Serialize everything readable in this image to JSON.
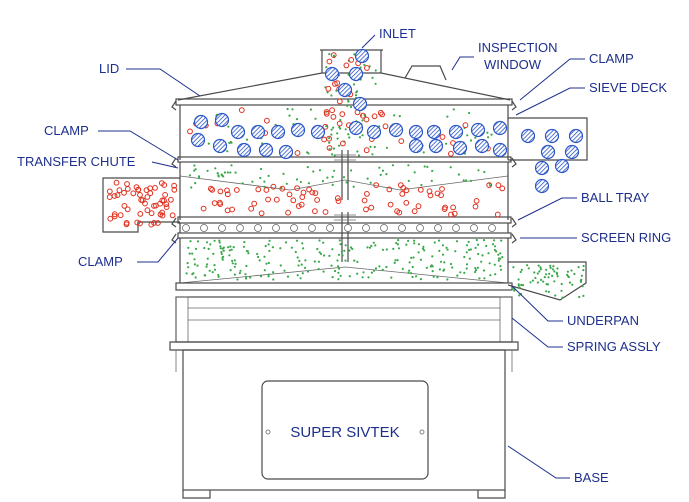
{
  "labels": {
    "inlet": "INLET",
    "inspection_window_1": "INSPECTION",
    "inspection_window_2": "WINDOW",
    "lid": "LID",
    "clamp_top_right": "CLAMP",
    "sieve_deck": "SIEVE DECK",
    "clamp_left_top": "CLAMP",
    "transfer_chute": "TRANSFER CHUTE",
    "ball_tray": "BALL TRAY",
    "screen_ring": "SCREEN RING",
    "clamp_left_bottom": "CLAMP",
    "underpan": "UNDERPAN",
    "spring_assly": "SPRING ASSLY",
    "base": "BASE"
  },
  "nameplate": "SUPER SIVTEK",
  "colors": {
    "label": "#1d2f8c",
    "large_particle": "#2a56c8",
    "medium_particle": "#e0301e",
    "fine_particle": "#3aa84a",
    "outline": "#4a4a4a"
  }
}
